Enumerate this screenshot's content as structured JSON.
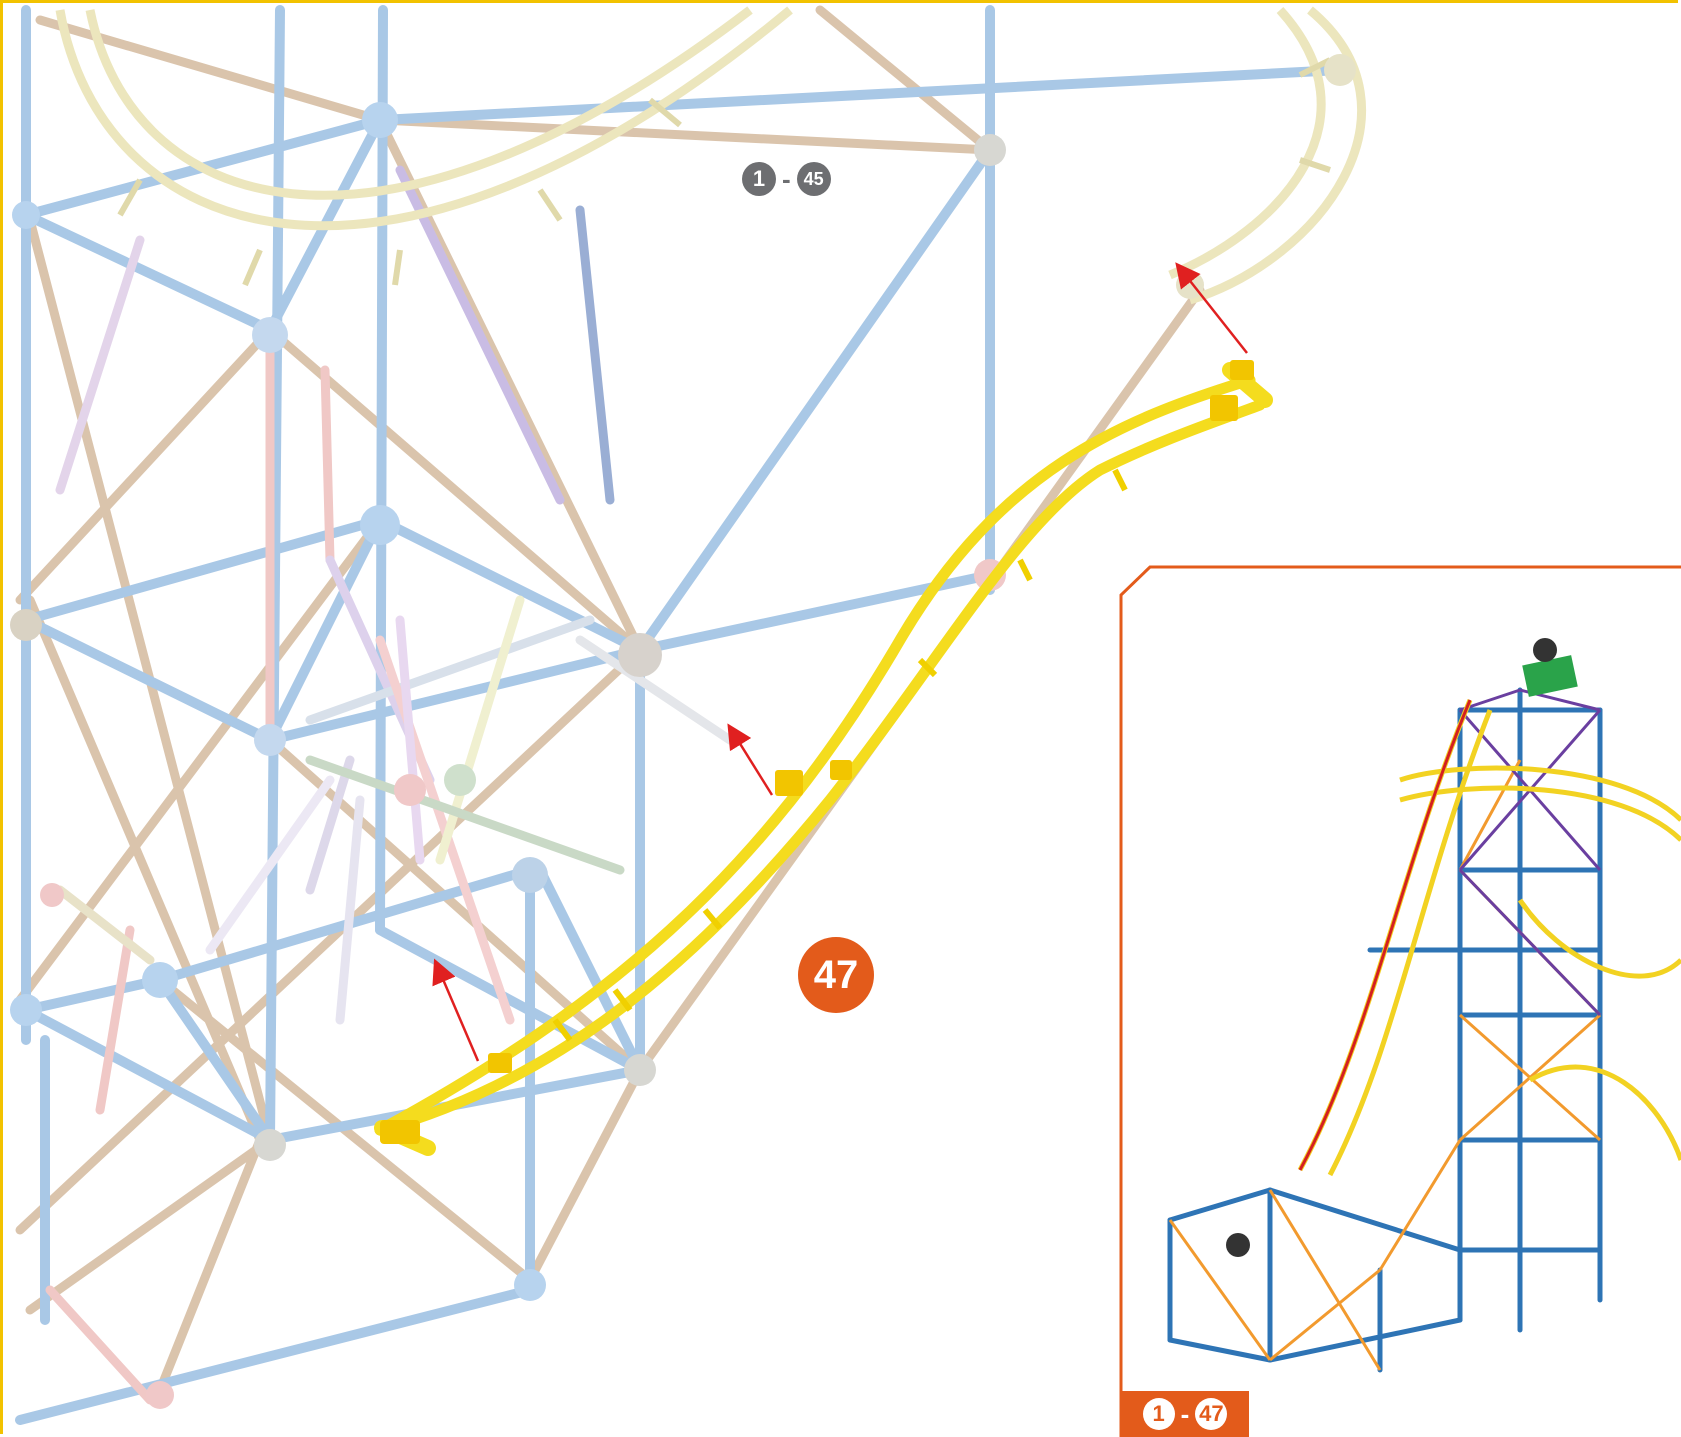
{
  "previous_steps": {
    "from": "1",
    "dash": "-",
    "to": "45"
  },
  "current_step": "47",
  "progress_inset": {
    "from": "1",
    "dash": "-",
    "to": "47"
  },
  "colors": {
    "page_border": "#f2c200",
    "accent_orange": "#e35b1b",
    "badge_gray": "#6d6e71",
    "new_track_yellow": "#f7e020",
    "arrow_red": "#e02020",
    "rod_blue": "#a9c8e6",
    "rod_tan": "#d9bfa7",
    "track_cream": "#efeac4"
  }
}
